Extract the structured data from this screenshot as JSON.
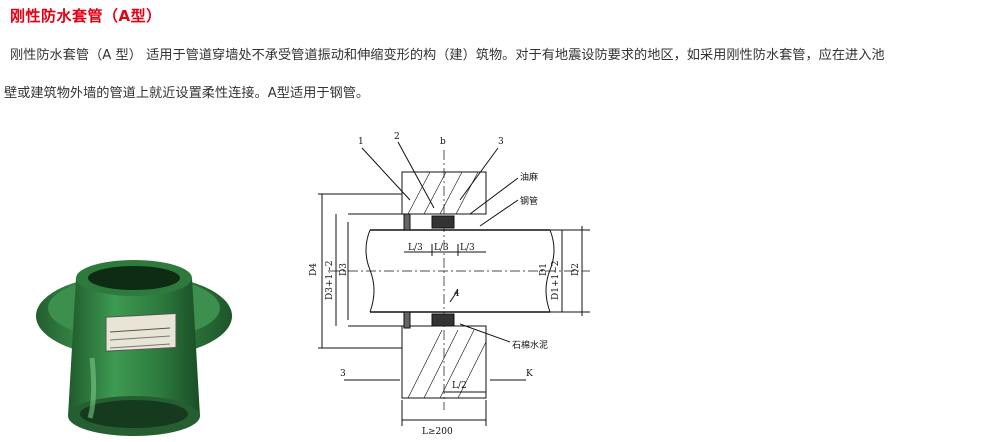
{
  "article": {
    "title": "刚性防水套管（A型）",
    "paragraph_line1": "刚性防水套管（A 型） 适用于管道穿墙处不承受管道振动和伸缩变形的构（建）筑物。对于有地震设防要求的地区，如采用刚性防水套管，应在进入池",
    "paragraph_line2": "壁或建筑物外墙的管道上就近设置柔性连接。A型适用于钢管。"
  },
  "figure": {
    "label_1": "1",
    "label_2": "2",
    "label_b": "b",
    "label_3": "3",
    "label_4": "4",
    "label_oil_hemp": "油麻",
    "label_steel_pipe": "钢管",
    "label_asbestos_cement": "石棉水泥",
    "dim_l3_a": "L/3",
    "dim_l3_b": "L/3",
    "dim_l3_c": "L/3",
    "dim_l2": "L/2",
    "dim_l_min": "L≥200",
    "dim_d4": "D4",
    "dim_d3": "D3",
    "dim_d3_1_2": "D3+1~2",
    "dim_d1": "D1",
    "dim_d1_1_2": "D1+1~2",
    "dim_d2": "D2",
    "section_3": "3",
    "section_k": "K",
    "colors": {
      "title_red": "#e60012",
      "sleeve_green": "#2f7a3e",
      "line_black": "#111111"
    }
  }
}
